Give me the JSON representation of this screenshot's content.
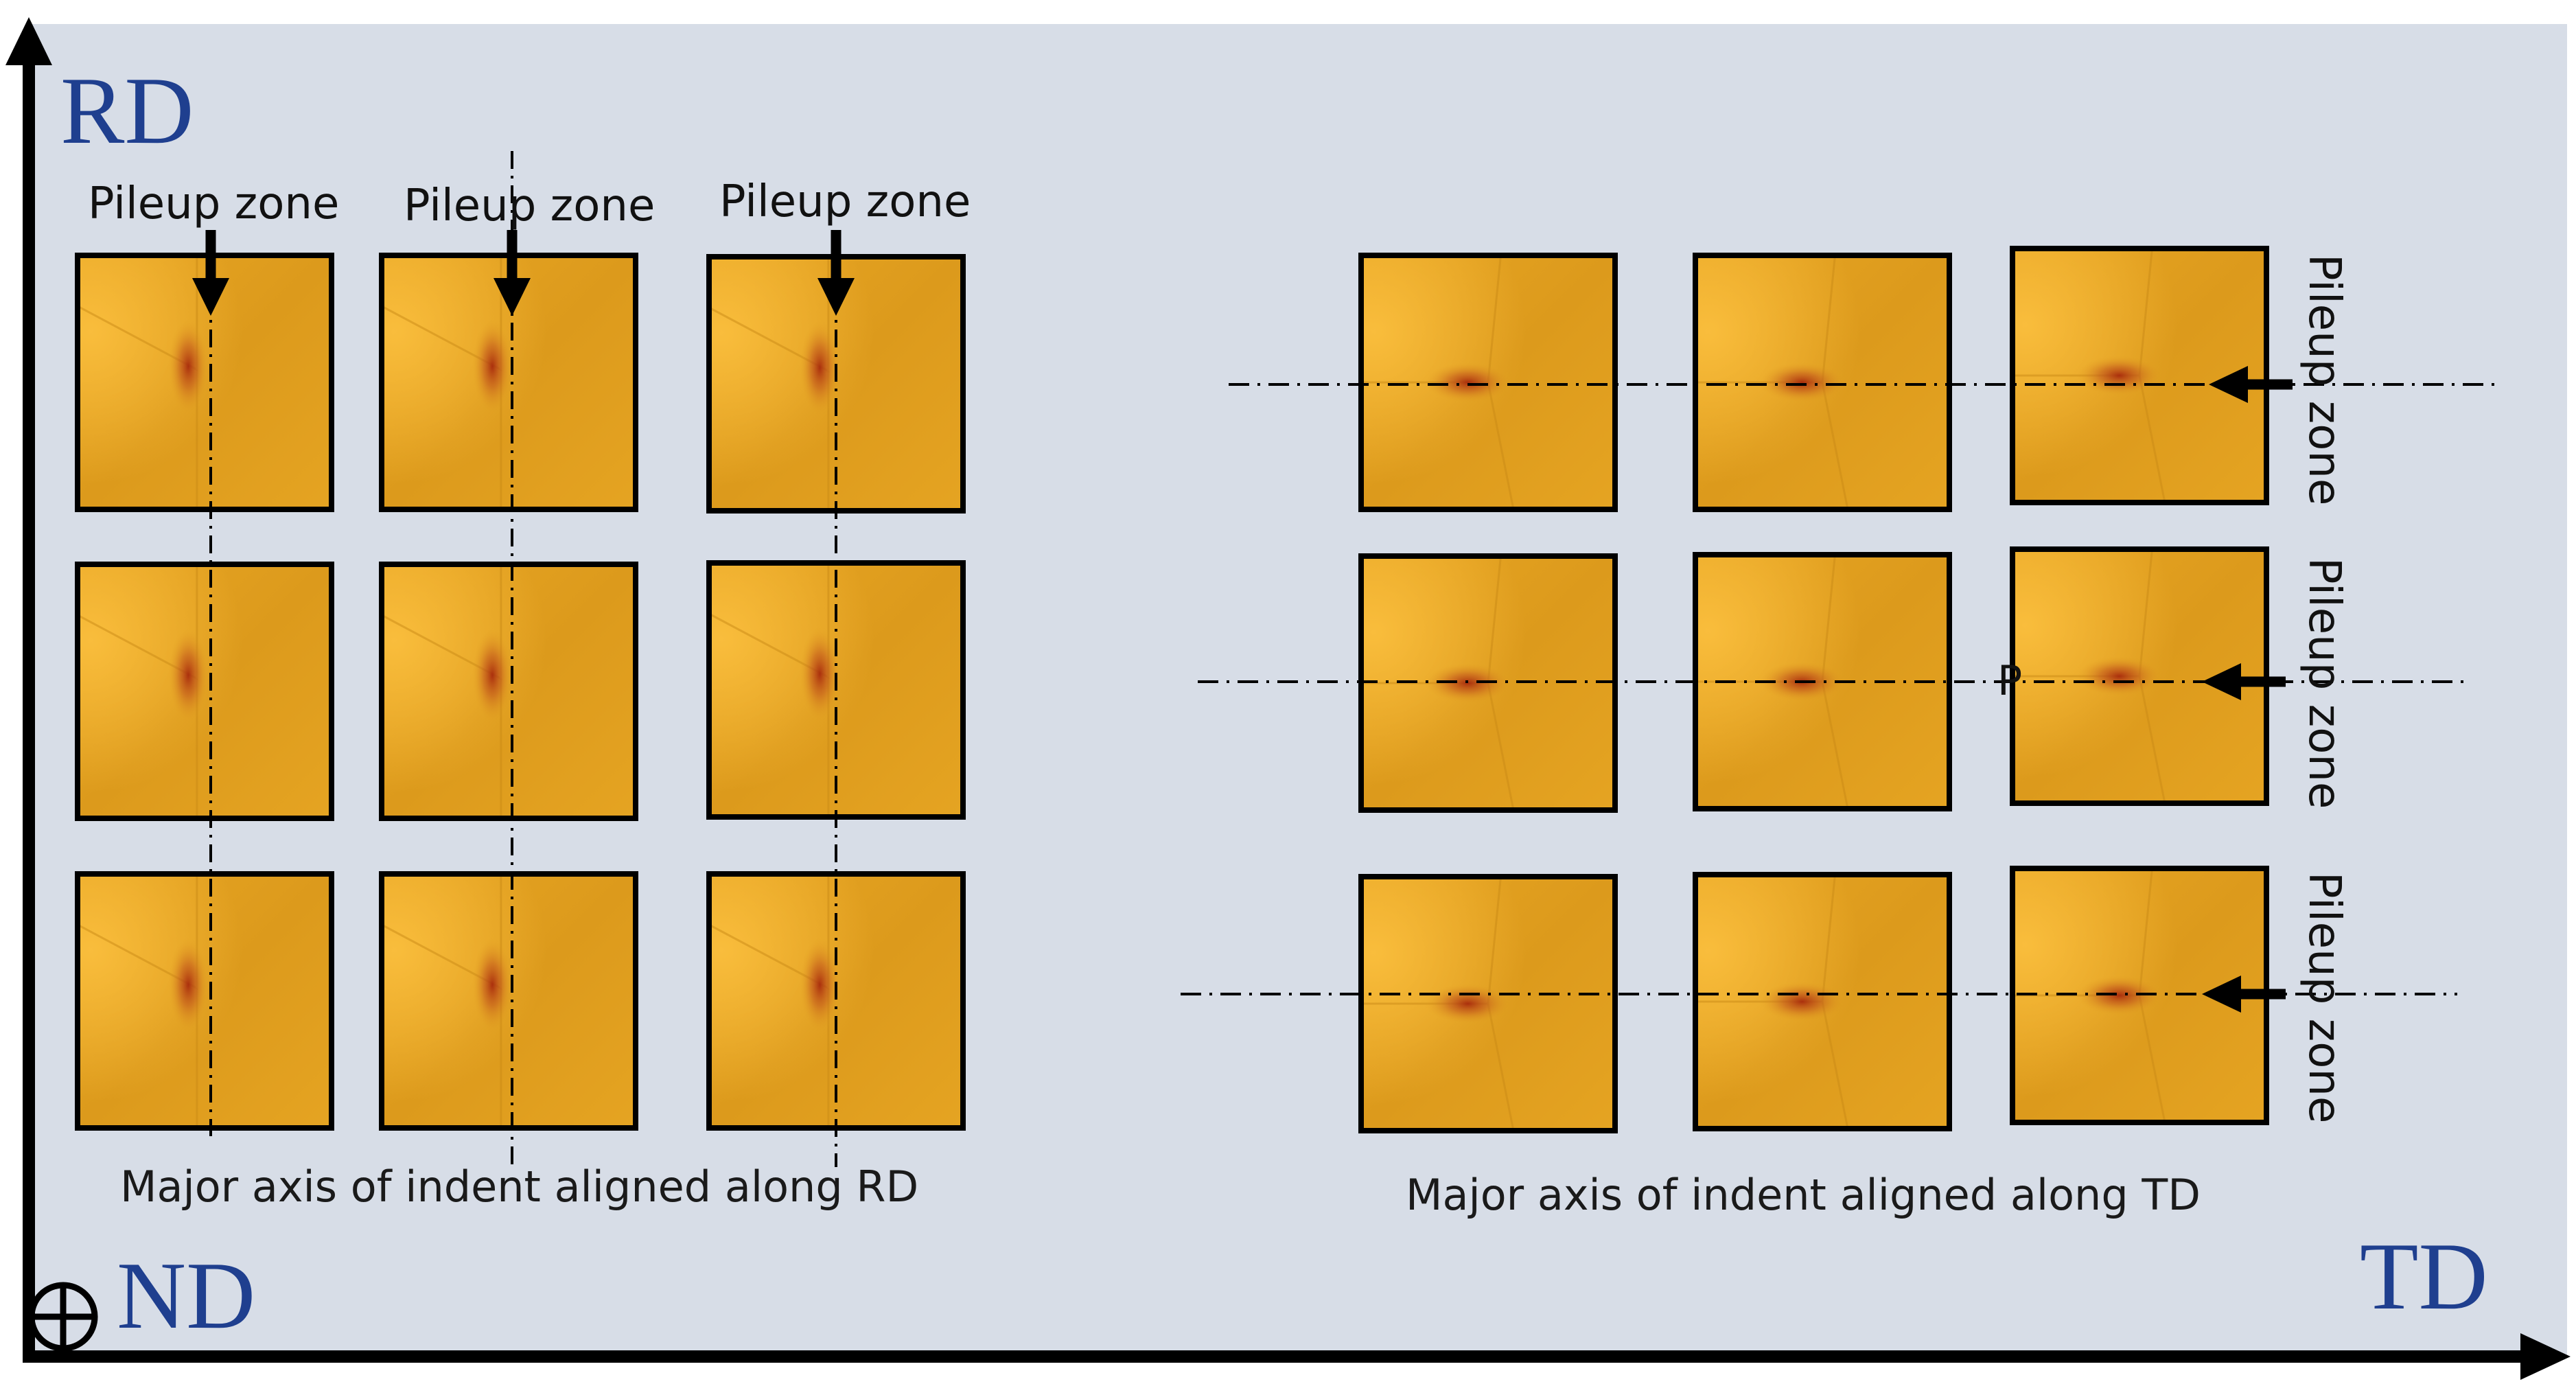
{
  "axes": {
    "vertical_label": "RD",
    "horizontal_label": "TD",
    "out_of_plane_label": "ND"
  },
  "groups": {
    "left": {
      "caption": "Major axis of indent aligned along RD",
      "pileup_labels": [
        "Pileup zone",
        "Pileup zone",
        "Pileup zone"
      ]
    },
    "right": {
      "caption": "Major axis of indent aligned along TD",
      "pileup_labels": [
        "Pileup zone",
        "Pileup zone",
        "Pileup zone"
      ],
      "stray_text": "P"
    }
  },
  "colors": {
    "background": "#d7dde7",
    "axis": "#000000",
    "label_blue": "#1f3f8f",
    "indent_base": "#e3a020",
    "indent_dark": "#b04010",
    "indent_highlight": "#f5b63a"
  },
  "icons": {
    "nd_symbol": "circled-plus-icon",
    "arrows": "arrow-icon"
  }
}
